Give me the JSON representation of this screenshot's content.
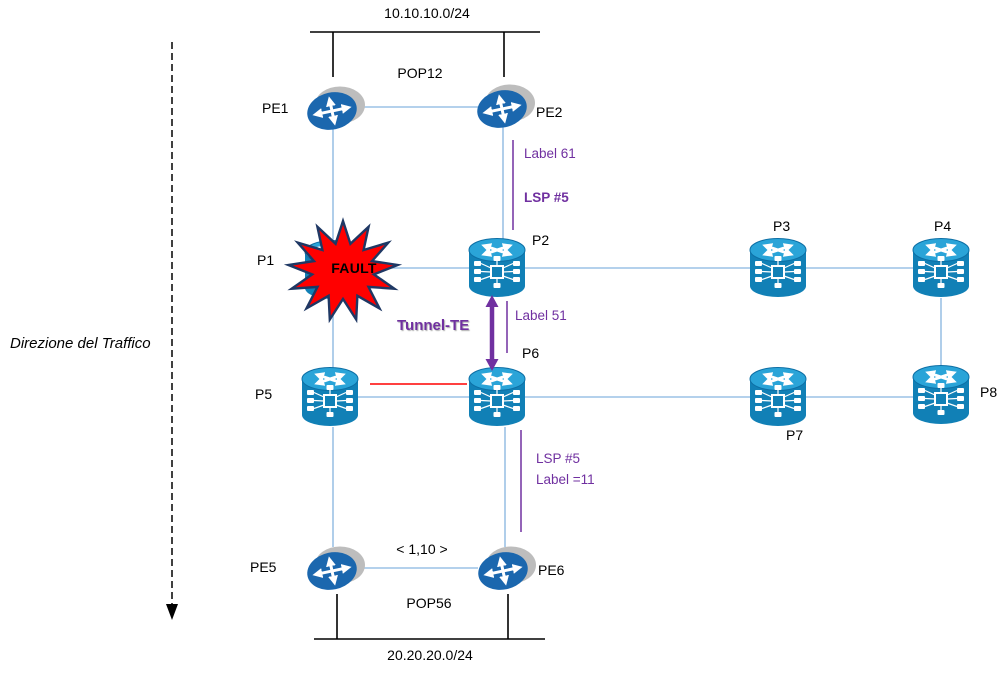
{
  "diagram": {
    "direction_label": "Direzione del Traffico",
    "top_network": {
      "subnet": "10.10.10.0/24",
      "pop": "POP12"
    },
    "bottom_network": {
      "subnet": "20.20.20.0/24",
      "pop": "POP56"
    },
    "fault_label": "FAULT",
    "tunnel_label": "Tunnel-TE",
    "link_metric": "< 1,10 >",
    "annotations": {
      "pe2_p2_label": "Label 61",
      "pe2_p2_lsp": "LSP #5",
      "p2_p6_label": "Label 51",
      "p6_pe6_lsp": "LSP #5",
      "p6_pe6_label": "Label =11"
    },
    "nodes": {
      "pe1": "PE1",
      "pe2": "PE2",
      "p1": "P1",
      "p2": "P2",
      "p3": "P3",
      "p4": "P4",
      "p5": "P5",
      "p6": "P6",
      "p7": "P7",
      "p8": "P8",
      "pe5": "PE5",
      "pe6": "PE6"
    },
    "colors": {
      "link": "#9CC2E5",
      "purple": "#7030A0",
      "red": "#FF0000",
      "navy": "#1F3864",
      "router_body": "#1180B6",
      "router_top": "#2AA4D8",
      "pe_body": "#1B67AE",
      "pe_shadow": "#BDBDBD"
    }
  }
}
